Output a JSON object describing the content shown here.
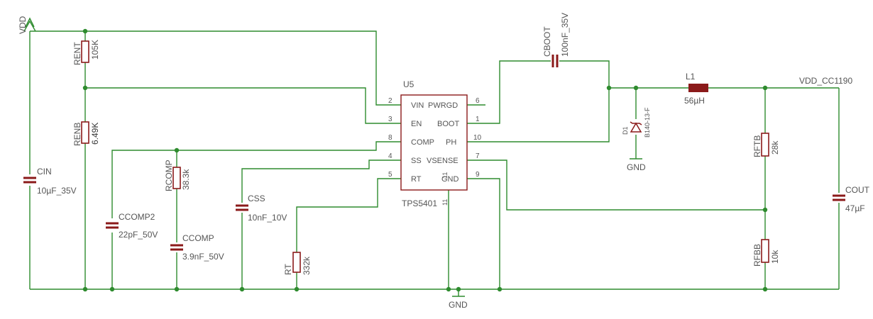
{
  "power": {
    "vdd": "VDD",
    "vout": "VDD_CC1190",
    "gnd_main": "GND",
    "gnd_diode": "GND"
  },
  "ic": {
    "ref": "U5",
    "part": "TPS5401",
    "pins": [
      {
        "num": "2",
        "name": "VIN"
      },
      {
        "num": "3",
        "name": "EN"
      },
      {
        "num": "8",
        "name": "COMP"
      },
      {
        "num": "4",
        "name": "SS"
      },
      {
        "num": "5",
        "name": "RT"
      },
      {
        "num": "6",
        "name": "PWRGD"
      },
      {
        "num": "1",
        "name": "BOOT"
      },
      {
        "num": "10",
        "name": "PH"
      },
      {
        "num": "7",
        "name": "VSENSE"
      },
      {
        "num": "9",
        "name": "GND"
      }
    ],
    "pin11_a": "11",
    "pin11_b": "11"
  },
  "components": {
    "rent": {
      "ref": "RENT",
      "value": "105K"
    },
    "renb": {
      "ref": "RENB",
      "value": "6.49K"
    },
    "cin": {
      "ref": "CIN",
      "value": "10µF_35V"
    },
    "ccomp2": {
      "ref": "CCOMP2",
      "value": "22pF_50V"
    },
    "rcomp": {
      "ref": "RCOMP",
      "value": "38.3k"
    },
    "ccomp": {
      "ref": "CCOMP",
      "value": "3.9nF_50V"
    },
    "css": {
      "ref": "CSS",
      "value": "10nF_10V"
    },
    "rt": {
      "ref": "RT",
      "value": "332k"
    },
    "cboot": {
      "ref": "CBOOT",
      "value": "100nF_35V"
    },
    "d1": {
      "ref": "D1",
      "value": "B140-13-F"
    },
    "l1": {
      "ref": "L1",
      "value": "56µH"
    },
    "rftb": {
      "ref": "RFTB",
      "value": "28k"
    },
    "rfbb": {
      "ref": "RFBB",
      "value": "10k"
    },
    "cout": {
      "ref": "COUT",
      "value": "47µF"
    }
  }
}
